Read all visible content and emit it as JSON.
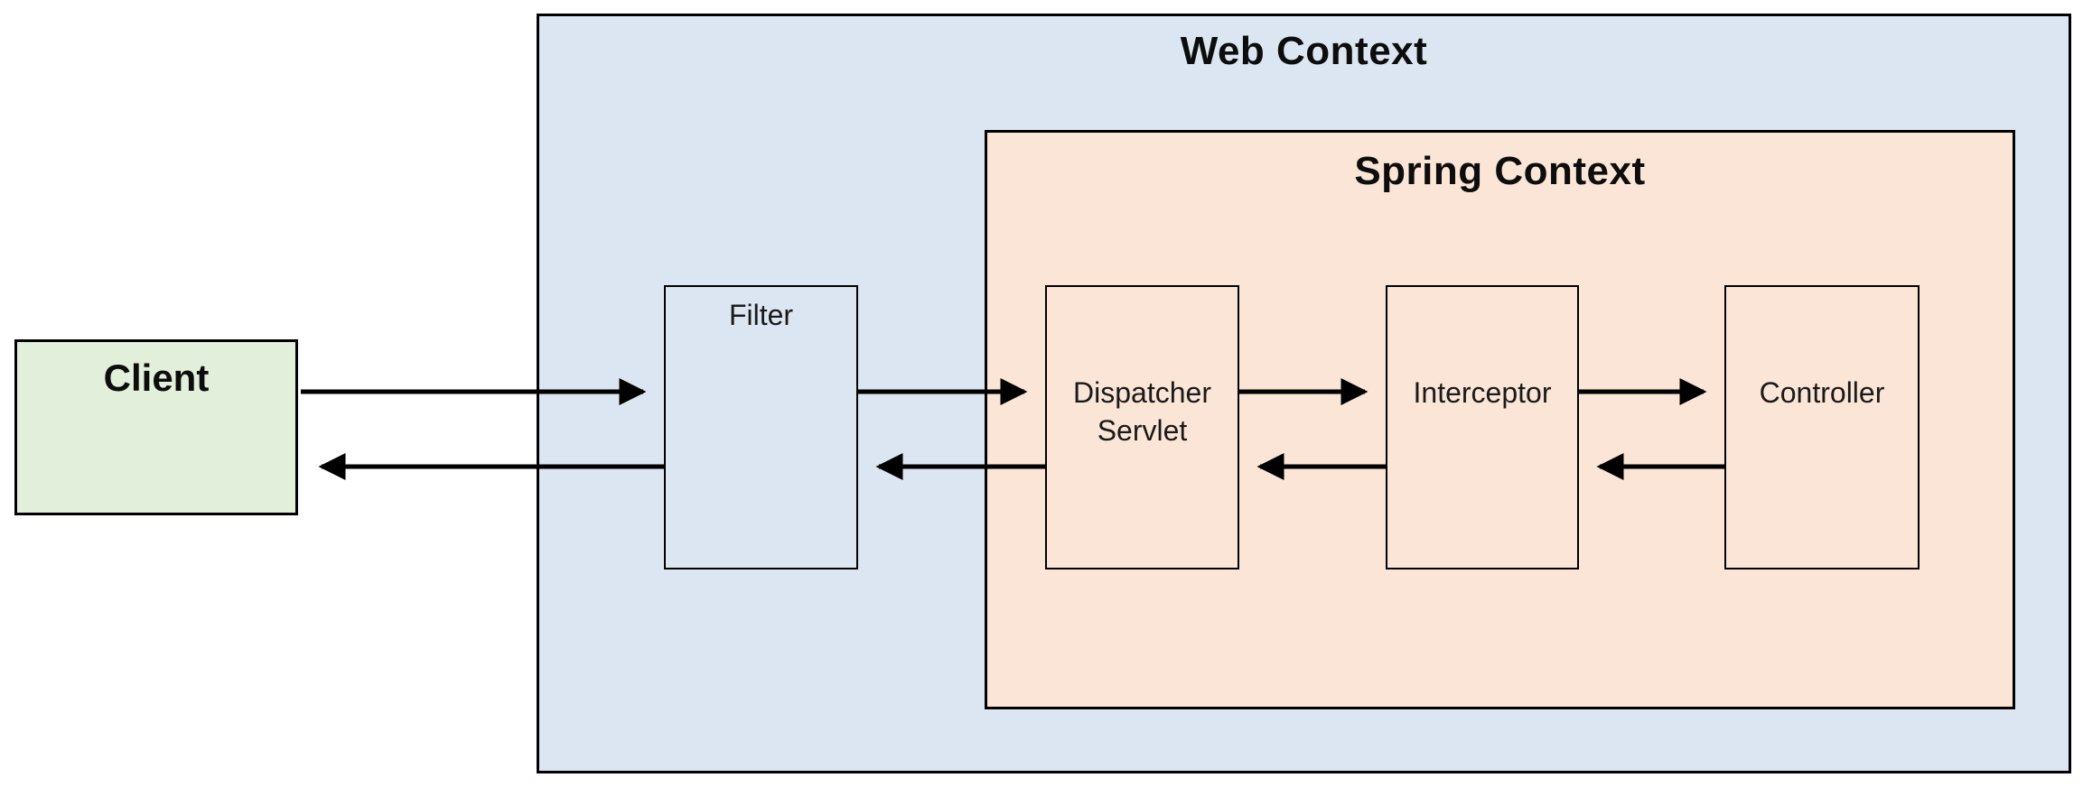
{
  "diagram": {
    "type": "flow-diagram",
    "subject": "Spring MVC request processing flow",
    "containers": {
      "web_context": {
        "label": "Web Context",
        "fill": "#dce6f2"
      },
      "spring_context": {
        "label": "Spring Context",
        "fill": "#fbe5d6"
      }
    },
    "nodes": {
      "client": {
        "label": "Client",
        "fill": "#e2efda"
      },
      "filter": {
        "label": "Filter",
        "fill": "#dce6f2"
      },
      "dispatcher_servlet": {
        "label": "Dispatcher Servlet",
        "fill": "#fbe5d6"
      },
      "interceptor": {
        "label": "Interceptor",
        "fill": "#fbe5d6"
      },
      "controller": {
        "label": "Controller",
        "fill": "#fbe5d6"
      }
    },
    "edges": [
      {
        "from": "client",
        "to": "filter",
        "direction": "request"
      },
      {
        "from": "filter",
        "to": "dispatcher_servlet",
        "direction": "request"
      },
      {
        "from": "dispatcher_servlet",
        "to": "interceptor",
        "direction": "request"
      },
      {
        "from": "interceptor",
        "to": "controller",
        "direction": "request"
      },
      {
        "from": "controller",
        "to": "interceptor",
        "direction": "response"
      },
      {
        "from": "interceptor",
        "to": "dispatcher_servlet",
        "direction": "response"
      },
      {
        "from": "dispatcher_servlet",
        "to": "filter",
        "direction": "response"
      },
      {
        "from": "filter",
        "to": "client",
        "direction": "response"
      }
    ],
    "colors": {
      "background": "#ffffff",
      "border": "#000000",
      "arrow": "#000000",
      "text": "#0d0d0d"
    }
  }
}
